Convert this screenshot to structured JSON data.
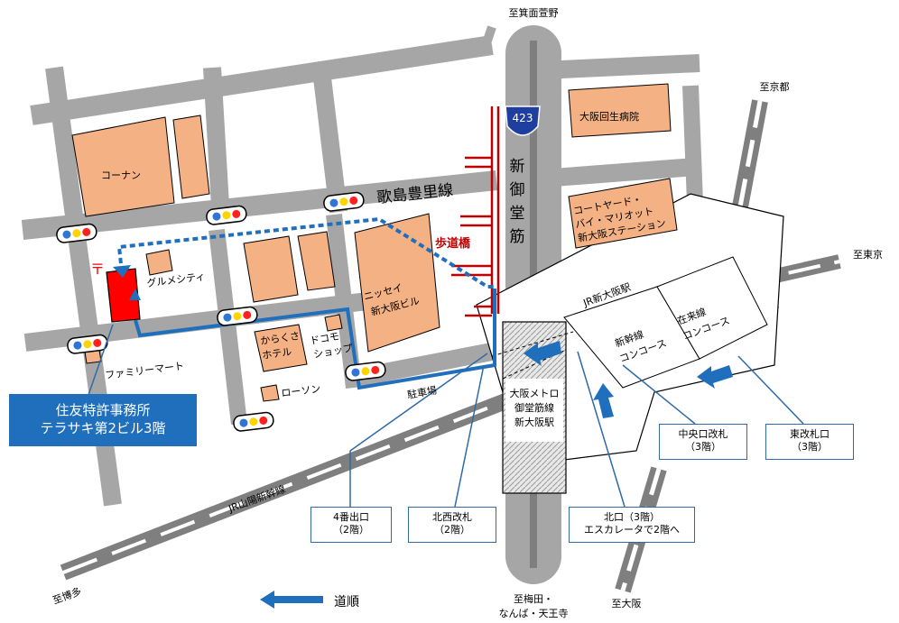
{
  "destinations": {
    "minoh": "至箕面萱野",
    "kyoto": "至京都",
    "tokyo": "至東京",
    "hakata": "至博多",
    "umeda": "至梅田・",
    "namba": "なんば・天王寺",
    "osaka": "至大阪"
  },
  "roads": {
    "route_number": "423",
    "shinmido_chars": [
      "新",
      "御",
      "堂",
      "筋"
    ],
    "utajima": "歌島豊里線",
    "jr_sanyo": "JR山陽新幹線",
    "pedestrian_bridge": "歩道橋",
    "parking": "駐車場",
    "jr_shin_osaka": "JR新大阪駅"
  },
  "buildings": {
    "konan": "コーナン",
    "osaka_kosei": "大阪回生病院",
    "courtyard": [
      "コートヤード・",
      "バイ・マリオット",
      "新大阪ステーション"
    ],
    "nissay": [
      "ニッセイ",
      "新大阪ビル"
    ],
    "gourmet_city": "グルメシティ",
    "karakusa": [
      "からくさ",
      "ホテル"
    ],
    "docomo": [
      "ドコモ",
      "ショップ"
    ],
    "family_mart": "ファミリーマート",
    "lawson": "ローソン",
    "post_symbol": "〒"
  },
  "station": {
    "shinkansen": [
      "新幹線",
      "コンコース"
    ],
    "zairaisen": [
      "在来線",
      "コンコース"
    ],
    "metro": [
      "大阪メトロ",
      "御堂筋線",
      "新大阪駅"
    ]
  },
  "office": {
    "line1": "住友特許事務所",
    "line2": "テラサキ第2ビル3階"
  },
  "callouts": {
    "exit4": [
      "4番出口",
      "（2階）"
    ],
    "northwest": [
      "北西改札",
      "（2階）"
    ],
    "north": [
      "北口（3階）",
      "エスカレータで2階へ"
    ],
    "central": [
      "中央口改札",
      "（3階）"
    ],
    "east": [
      "東改札口",
      "（3階）"
    ]
  },
  "legend": {
    "route": "道順"
  },
  "colors": {
    "road": "#a6a6a6",
    "building": "#f4b183",
    "route": "#1f6fbd",
    "office": "#ff0000",
    "expressway": "#c00000",
    "route_badge": "#1f3fa0"
  }
}
